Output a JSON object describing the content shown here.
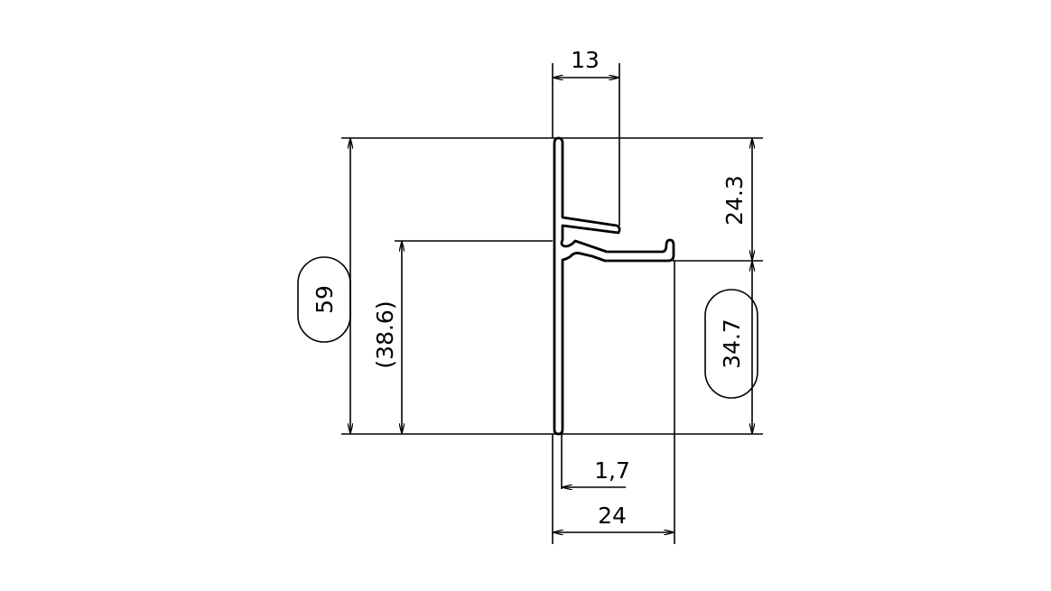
{
  "drawing": {
    "dimensions": {
      "top_width": "13",
      "total_height": "59",
      "ref_height": "(38.6)",
      "upper_height": "24.3",
      "lower_height": "34.7",
      "wall_thickness": "1,7",
      "total_width": "24"
    },
    "line_color": "#000000",
    "background": "#ffffff"
  }
}
